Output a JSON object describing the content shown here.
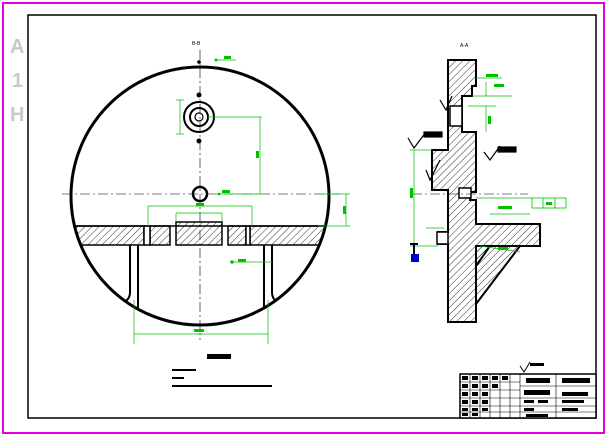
{
  "sheet": {
    "stamp_chars": [
      "A",
      "1",
      "H"
    ],
    "colors": {
      "border": "#e000e0",
      "line": "#000000",
      "dimension": "#00c000",
      "centerline": "#000000",
      "marker": "#0000cc",
      "hatch": "#000000",
      "stamp": "#c8c8c8"
    }
  },
  "section_b": {
    "title": "B-B"
  },
  "section_a": {
    "title": "A-A"
  },
  "notes": {
    "heading": "",
    "lines": [
      "",
      "",
      ""
    ]
  },
  "title_block": {
    "name_field": "",
    "material_field": ""
  }
}
